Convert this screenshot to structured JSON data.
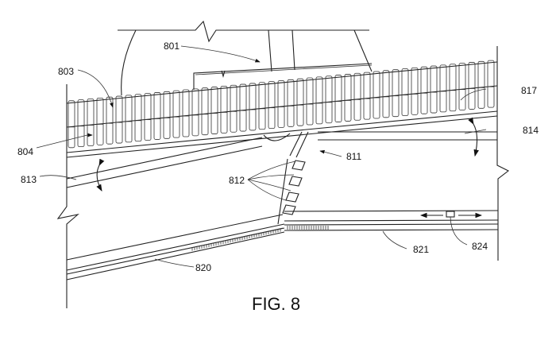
{
  "figure": {
    "caption": "FIG. 8",
    "labels": {
      "l801": "801",
      "l803": "803",
      "l804": "804",
      "l811": "811",
      "l812": "812",
      "l813": "813",
      "l814": "814",
      "l817": "817",
      "l820": "820",
      "l821": "821",
      "l824": "824"
    }
  }
}
